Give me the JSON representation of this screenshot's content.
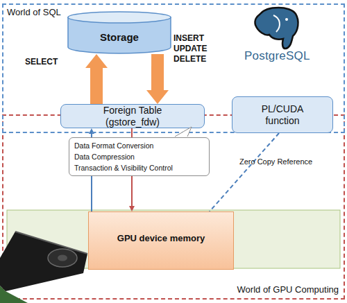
{
  "diagram": {
    "nodes": [
      {
        "text": [
          "World of SQL"
        ]
      },
      {
        "text": [
          "Storage"
        ],
        "in": 0
      },
      {
        "text": [
          "Foreign Table (gstore_fdw)"
        ],
        "in": 0
      },
      {
        "text": [
          "PL/CUDA function"
        ],
        "in": 0
      },
      {
        "text": [
          "World of GPU Computing"
        ]
      },
      {
        "text": [
          "Data Format Conversion",
          "Data Compression",
          "Transaction & Visibility Control"
        ],
        "in": 4
      },
      {
        "text": [
          "GPU device memory"
        ],
        "in": 4
      }
    ],
    "edges": [
      {
        "from": 2,
        "to": 1,
        "arrow": "to",
        "label": "SELECT"
      },
      {
        "from": 1,
        "to": 2,
        "arrow": "to",
        "label": "INSERT UPDATE DELETE"
      },
      {
        "from": 6,
        "to": 2,
        "arrow": "to"
      },
      {
        "from": 2,
        "to": 6,
        "arrow": "to"
      },
      {
        "from": 3,
        "to": 6,
        "arrow": "none",
        "label": "Zero Copy Reference"
      }
    ],
    "labels": [
      "PostgreSQL"
    ]
  }
}
